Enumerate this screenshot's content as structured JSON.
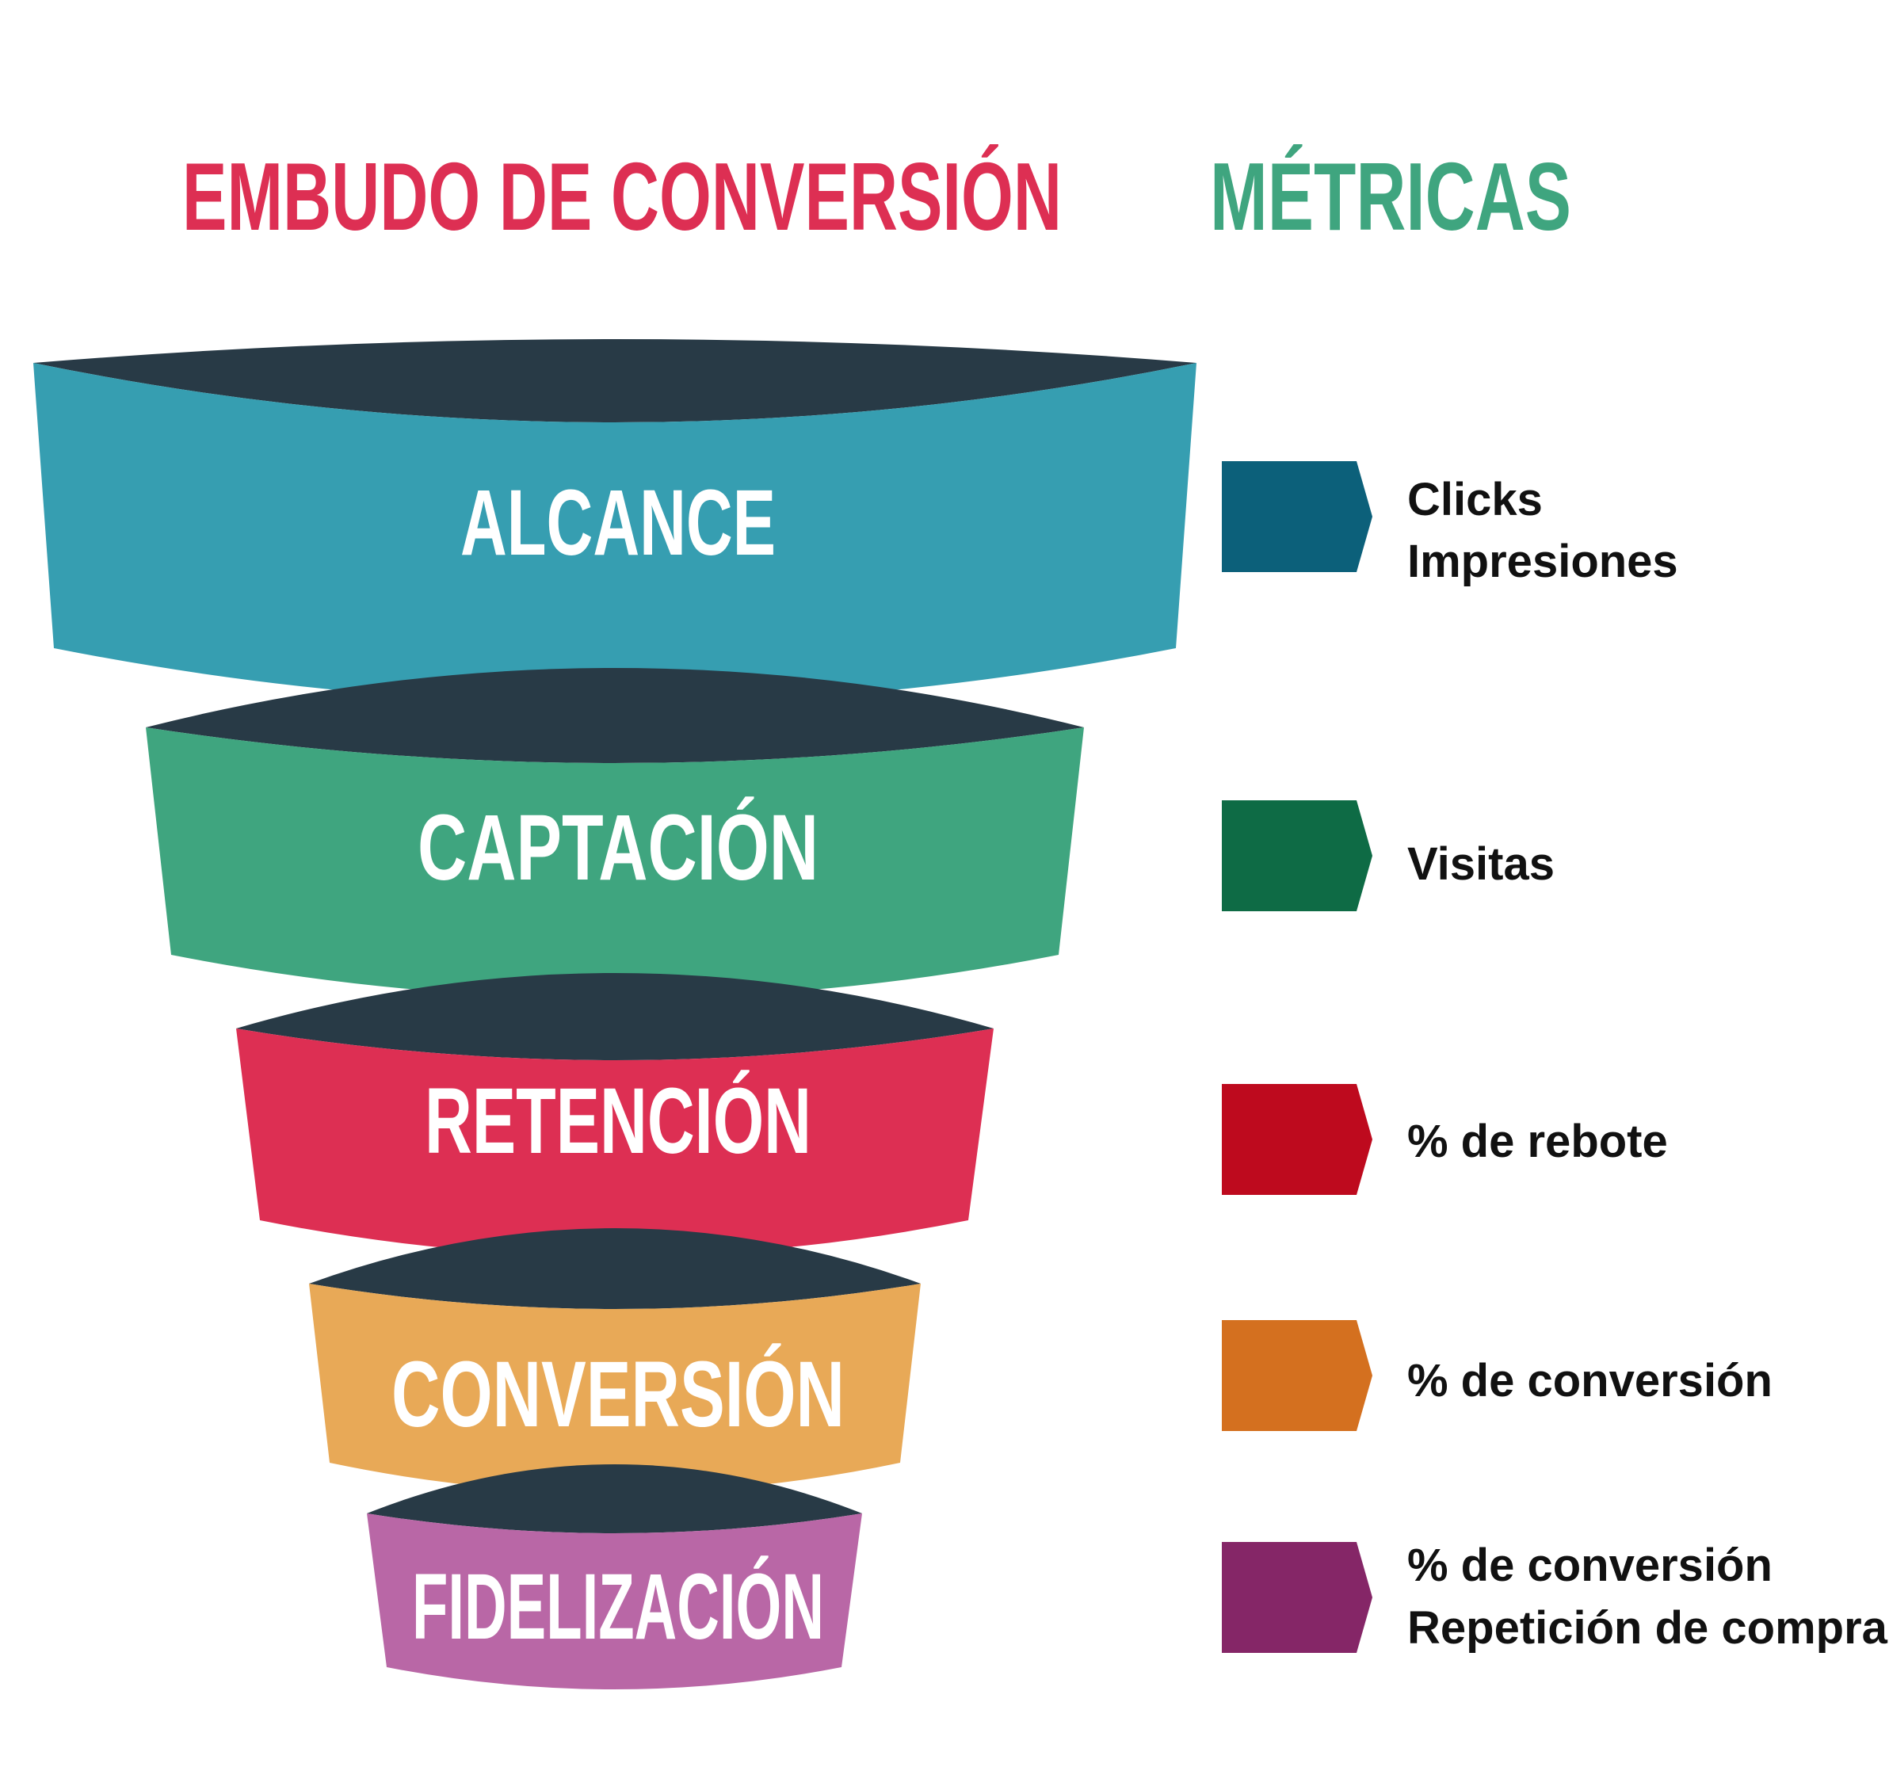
{
  "titles": {
    "funnel": "EMBUDO DE CONVERSIÓN",
    "metrics": "MÉTRICAS",
    "funnel_color": "#DD2F53",
    "metrics_color": "#3FA57F"
  },
  "rim_color": "#283A46",
  "stages": [
    {
      "label": "ALCANCE",
      "color": "#369EB1",
      "metric_color": "#0C607A",
      "metrics": [
        "Clicks",
        "Impresiones"
      ]
    },
    {
      "label": "CAPTACIÓN",
      "color": "#3FA57F",
      "metric_color": "#0E6B45",
      "metrics": [
        "Visitas"
      ]
    },
    {
      "label": "RETENCIÓN",
      "color": "#DD2F53",
      "metric_color": "#BE0A1E",
      "metrics": [
        "% de rebote"
      ]
    },
    {
      "label": "CONVERSIÓN",
      "color": "#E8A957",
      "metric_color": "#D4701F",
      "metrics": [
        "% de conversión"
      ]
    },
    {
      "label": "FIDELIZACIÓN",
      "color": "#B967A6",
      "metric_color": "#852667",
      "metrics": [
        "% de conversión",
        "Repetición de compra"
      ]
    }
  ]
}
